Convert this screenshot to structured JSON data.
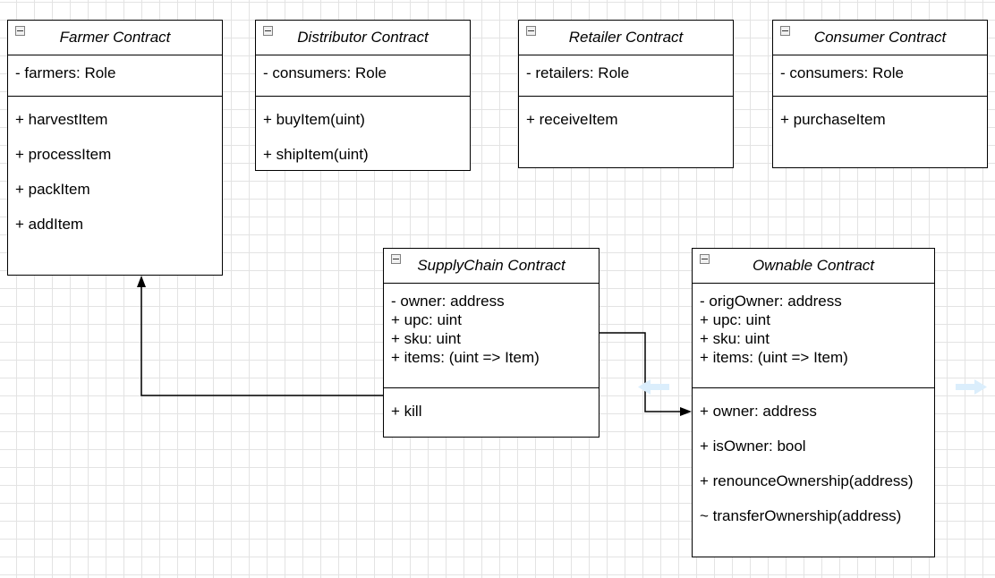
{
  "classes": [
    {
      "id": "farmer",
      "title": "Farmer Contract",
      "attributes": [
        "- farmers: Role"
      ],
      "methods": [
        "+ harvestItem",
        "+ processItem",
        "+ packItem",
        "+ addItem"
      ]
    },
    {
      "id": "distributor",
      "title": "Distributor Contract",
      "attributes": [
        "- consumers: Role"
      ],
      "methods": [
        "+ buyItem(uint)",
        "+ shipItem(uint)"
      ]
    },
    {
      "id": "retailer",
      "title": "Retailer Contract",
      "attributes": [
        "- retailers: Role"
      ],
      "methods": [
        "+ receiveItem"
      ]
    },
    {
      "id": "consumer",
      "title": "Consumer Contract",
      "attributes": [
        "- consumers: Role"
      ],
      "methods": [
        "+ purchaseItem"
      ]
    },
    {
      "id": "supplychain",
      "title": "SupplyChain Contract",
      "attributes": [
        "- owner: address",
        "+ upc: uint",
        "+ sku: uint",
        "+ items: (uint => Item)"
      ],
      "methods": [
        "+ kill"
      ]
    },
    {
      "id": "ownable",
      "title": "Ownable Contract",
      "attributes": [
        "- origOwner: address",
        "+ upc: uint",
        "+ sku: uint",
        "+ items: (uint => Item)"
      ],
      "methods": [
        "+ owner: address",
        "+ isOwner: bool",
        "+ renounceOwnership(address)",
        "~ transferOwnership(address)"
      ]
    }
  ],
  "connections": [
    {
      "from": "supplychain",
      "to": "farmer"
    },
    {
      "from": "supplychain",
      "to": "ownable"
    }
  ],
  "colors": {
    "line": "#000000",
    "grid": "#e3e3e3",
    "guide_arrow": "#dbeefc"
  }
}
